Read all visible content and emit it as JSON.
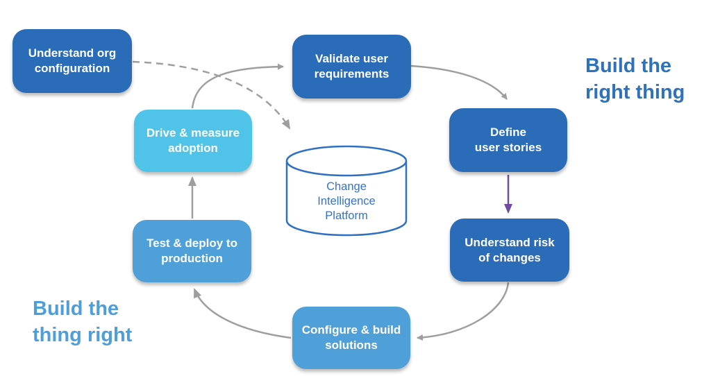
{
  "colors": {
    "node_dark_blue": "#2a6cb8",
    "node_medium_blue": "#4f9fd8",
    "node_cyan": "#4fc4e8",
    "arrow_gray": "#9e9e9e",
    "arrow_purple": "#6f4a9e",
    "platform_stroke": "#2f70c2",
    "platform_text": "#3573c5",
    "caption_right_color": "#2d72ba",
    "caption_left_color": "#4d9ed9"
  },
  "diagram": {
    "nodes": [
      {
        "id": "understand-org-configuration",
        "label": "Understand org\nconfiguration",
        "color": "#2a6cb8"
      },
      {
        "id": "validate-user-requirements",
        "label": "Validate user\nrequirements",
        "color": "#2a6cb8"
      },
      {
        "id": "define-user-stories",
        "label": "Define\nuser stories",
        "color": "#2a6cb8"
      },
      {
        "id": "understand-risk-of-changes",
        "label": "Understand risk\nof changes",
        "color": "#2a6cb8"
      },
      {
        "id": "configure-build-solutions",
        "label": "Configure & build\nsolutions",
        "color": "#4f9fd8"
      },
      {
        "id": "test-deploy-production",
        "label": "Test & deploy to\nproduction",
        "color": "#4f9fd8"
      },
      {
        "id": "drive-measure-adoption",
        "label": "Drive & measure\nadoption",
        "color": "#4fc4e8"
      }
    ],
    "platform": {
      "id": "change-intelligence-platform",
      "label": "Change\nIntelligence\nPlatform",
      "shape": "database-cylinder"
    },
    "captions": {
      "build_right_thing": {
        "label": "Build the\nright thing",
        "color": "#2d72ba"
      },
      "build_thing_right": {
        "label": "Build the\nthing right",
        "color": "#4d9ed9"
      }
    },
    "edges": [
      {
        "from": "drive-measure-adoption",
        "to": "validate-user-requirements",
        "style": "solid",
        "color": "#9e9e9e"
      },
      {
        "from": "validate-user-requirements",
        "to": "define-user-stories",
        "style": "solid",
        "color": "#9e9e9e"
      },
      {
        "from": "define-user-stories",
        "to": "understand-risk-of-changes",
        "style": "solid",
        "color": "#6f4a9e"
      },
      {
        "from": "understand-risk-of-changes",
        "to": "configure-build-solutions",
        "style": "solid",
        "color": "#9e9e9e"
      },
      {
        "from": "configure-build-solutions",
        "to": "test-deploy-production",
        "style": "solid",
        "color": "#9e9e9e"
      },
      {
        "from": "test-deploy-production",
        "to": "drive-measure-adoption",
        "style": "solid",
        "color": "#9e9e9e"
      },
      {
        "from": "understand-org-configuration",
        "to": "change-intelligence-platform",
        "style": "dashed",
        "color": "#9e9e9e"
      }
    ]
  }
}
